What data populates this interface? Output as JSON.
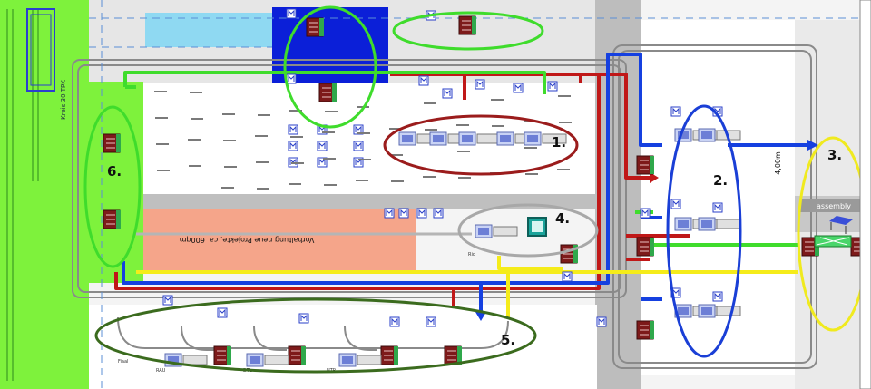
{
  "callouts": [
    {
      "number": "1.",
      "color": "#9b1c1c"
    },
    {
      "number": "2.",
      "color": "#1a3fd6"
    },
    {
      "number": "3.",
      "color": "#f0ea1f"
    },
    {
      "number": "4.",
      "color": "#a8a8a8"
    },
    {
      "number": "5.",
      "color": "#3b6b1e"
    },
    {
      "number": "6.",
      "color": "#3fdc2c"
    }
  ],
  "zone_labels": {
    "assembly": "assembly",
    "reserved_area": "Vorhaltung neue Projekte, ca. 600qm",
    "green_side": "Kreis 30 TPK",
    "dimension": "4,00m"
  },
  "small_labels": {
    "r1": "RAU",
    "r2": "DTL",
    "r3": "NTP",
    "r4": "Fiaal",
    "r5": "Rio"
  },
  "colors": {
    "lime": "#7ef23c",
    "blue_block": "#0b1fd8",
    "cyan": "#8fd9f2",
    "salmon": "#f5a58a",
    "grey_floor": "#d9d9d9",
    "conveyor": "#8a8a8a",
    "machine": "#7d1a1a",
    "machine_green": "#2fa84b",
    "red_route": "#c01818",
    "blue_route": "#1540e0",
    "yellow_route": "#f5ec1a",
    "green_route": "#3fdc2c"
  },
  "icons": [
    "machine-icon",
    "resource-m-icon",
    "buffer-icon",
    "assembly-table-icon"
  ]
}
